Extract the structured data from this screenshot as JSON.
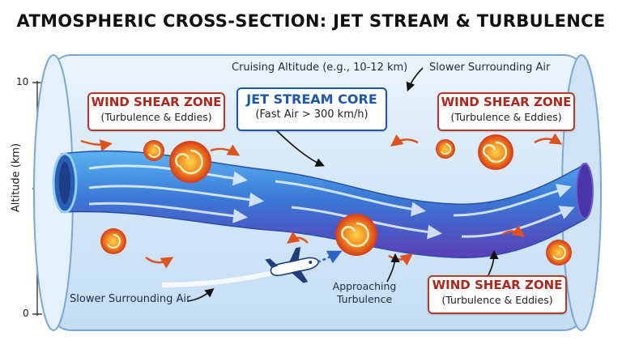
{
  "title": "ATMOSPHERIC CROSS-SECTION: JET STREAM & TURBULENCE",
  "axis": {
    "title": "Altitude (km)",
    "ticks": [
      "10",
      "0"
    ]
  },
  "labels": {
    "cruising": "Cruising Altitude (e.g., 10-12 km)",
    "slower_top": "Slower Surrounding Air",
    "slower_bottom": "Slower Surrounding Air",
    "approaching_line1": "Approaching",
    "approaching_line2": "Turbulence"
  },
  "boxes": {
    "shear_left": {
      "title": "WIND SHEAR ZONE",
      "subtitle": "(Turbulence & Eddies)"
    },
    "core": {
      "title": "JET STREAM CORE",
      "subtitle": "(Fast Air > 300 km/h)"
    },
    "shear_right": {
      "title": "WIND SHEAR ZONE",
      "subtitle": "(Turbulence & Eddies)"
    },
    "shear_bottom": {
      "title": "WIND SHEAR ZONE",
      "subtitle": "(Turbulence & Eddies)"
    }
  },
  "colors": {
    "shear": "#b0251a",
    "core": "#1e57a8",
    "tube": "#dcecfa",
    "stream": "#3f7fd8",
    "eddy": "#e0521c"
  },
  "icons": [
    "airplane-icon",
    "eddy-icon",
    "flow-arrow-icon"
  ]
}
